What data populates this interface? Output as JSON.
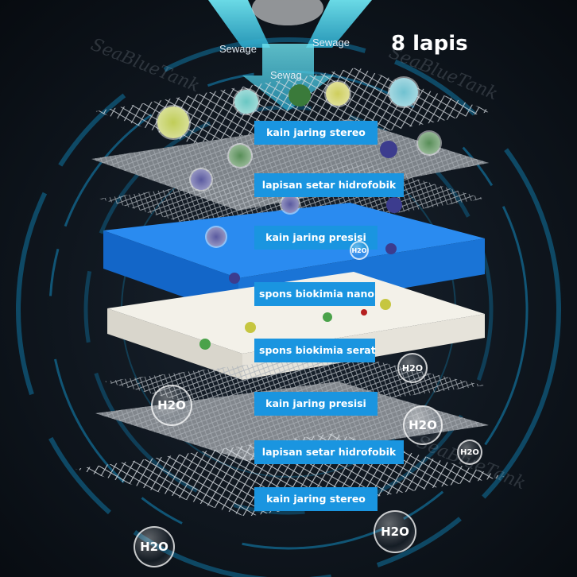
{
  "title": "8 lapis",
  "inflow_labels": [
    "Sewage",
    "Sewage",
    "Sewag"
  ],
  "watermark": "SeaBlueTank",
  "layers": [
    "kain jaring stereo",
    "lapisan setar hidrofobik",
    "kain jaring presisi",
    "spons biokimia nano",
    "spons biokimia serat",
    "kain jaring presisi",
    "lapisan setar hidrofobik",
    "kain jaring stereo"
  ],
  "water_label": "H2O",
  "colors": {
    "label_bg": "#1a95e0",
    "blue_sponge": "#1f7be0",
    "white_sponge": "#f1efe7",
    "flow": "#37c3dd"
  }
}
